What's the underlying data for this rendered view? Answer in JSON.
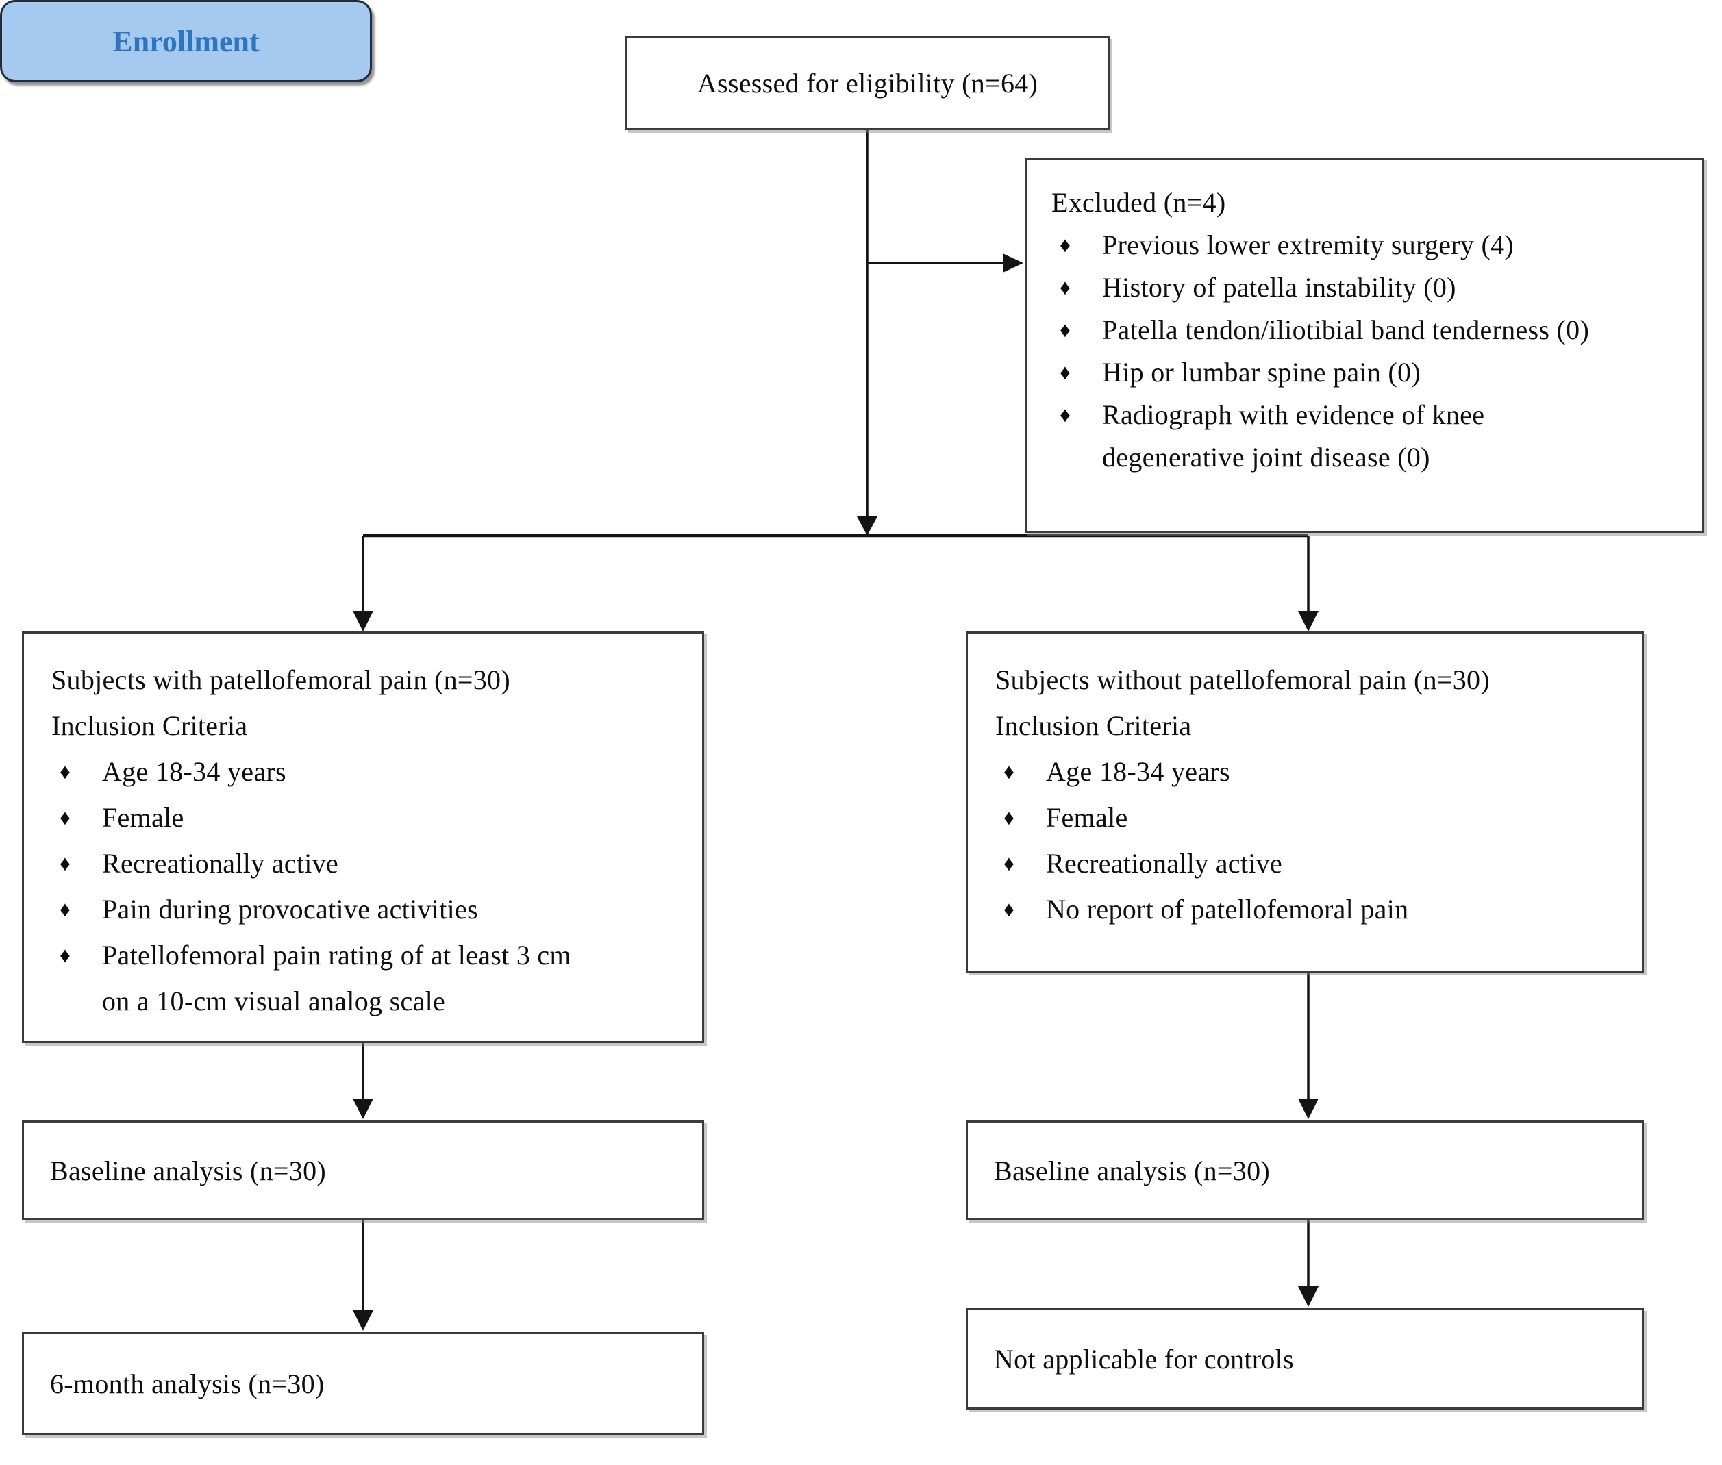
{
  "diagram": {
    "stage_label": "Enrollment",
    "bullet_char": "♦",
    "assessed": {
      "text": "Assessed for eligibility (n=64)"
    },
    "excluded": {
      "title": "Excluded (n=4)",
      "items": [
        "Previous lower extremity surgery (4)",
        "History of patella instability (0)",
        "Patella tendon/iliotibial band tenderness (0)",
        "Hip or lumbar spine pain (0)",
        "Radiograph with evidence of knee\ndegenerative joint disease (0)"
      ]
    },
    "pfp_group": {
      "title": "Subjects with patellofemoral pain (n=30)",
      "subtitle": "Inclusion Criteria",
      "items": [
        "Age 18-34 years",
        "Female",
        "Recreationally active",
        "Pain during provocative activities",
        "Patellofemoral pain rating of at least 3 cm\non a 10-cm visual analog scale"
      ]
    },
    "control_group": {
      "title": "Subjects without patellofemoral pain (n=30)",
      "subtitle": "Inclusion Criteria",
      "items": [
        "Age 18-34 years",
        "Female",
        "Recreationally active",
        "No report of patellofemoral pain"
      ]
    },
    "pfp_baseline": {
      "text": "Baseline analysis (n=30)"
    },
    "control_baseline": {
      "text": "Baseline analysis (n=30)"
    },
    "pfp_followup": {
      "text": "6-month analysis (n=30)"
    },
    "control_followup": {
      "text": "Not applicable for controls"
    },
    "colors": {
      "enrollment_fill": "#A6C9F0",
      "enrollment_text": "#2E75C0",
      "box_border": "#3C3C3C",
      "line": "#141414"
    }
  }
}
